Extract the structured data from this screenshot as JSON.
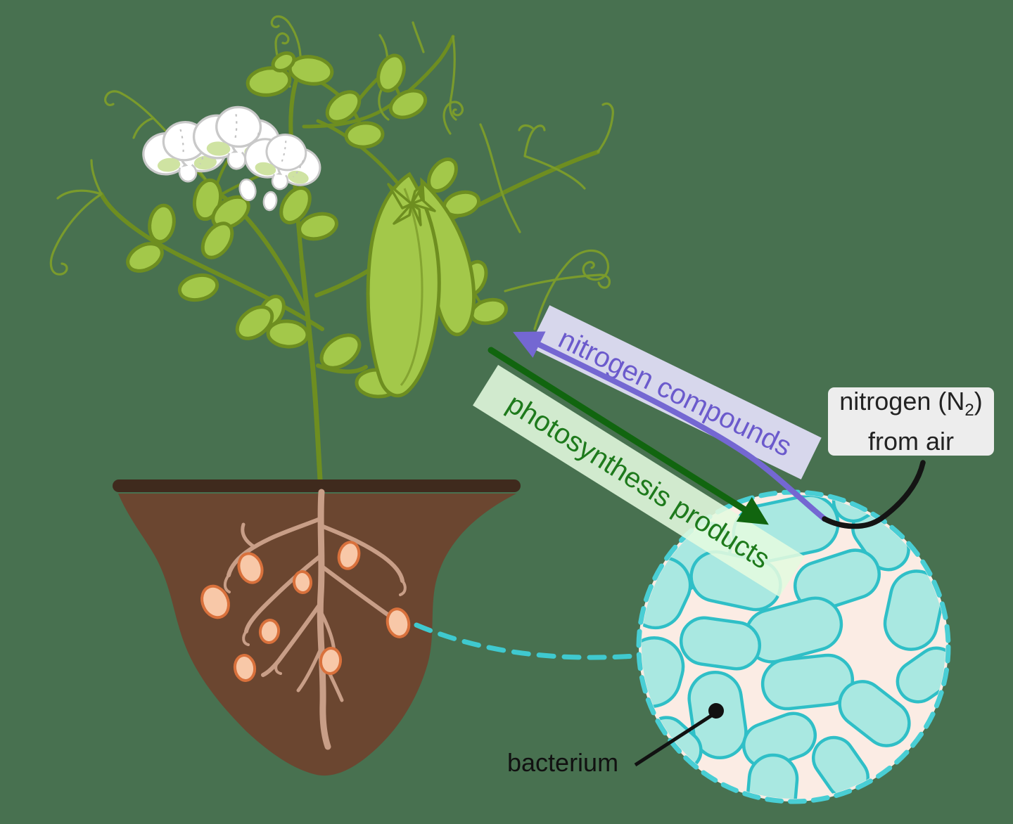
{
  "diagram": {
    "subject": "nitrogen fixation in a pea plant with root-nodule bacteria",
    "background_color": "#487150",
    "labels": {
      "nitrogen_compounds": {
        "text": "nitrogen compounds",
        "text_color": "#6b5acc",
        "bg_color": "#dfdcf4"
      },
      "photosynthesis_products": {
        "text": "photosynthesis products",
        "text_color": "#1e7a1c",
        "bg_color": "#e4fbdf"
      },
      "nitrogen_from_air": {
        "line1_pre": "nitrogen (N",
        "line1_sub": "2",
        "line1_post": ")",
        "line2": "from air",
        "text_color": "#222222",
        "bg_color": "#ededed"
      },
      "bacterium": {
        "text": "bacterium",
        "text_color": "#111111"
      }
    },
    "arrows": {
      "nitrogen_compounds_arrow_color": "#7467d2",
      "photosynthesis_arrow_color": "#11650f",
      "nitrogen_air_arrow_color": "#141414",
      "nodule_zoom_link_color": "#3fc9cf"
    },
    "illustration": {
      "plant_green": "#a3c84a",
      "stem_olive": "#6e8e20",
      "tendril_olive": "#7a9b2c",
      "flower_white": "#ffffff",
      "flower_outline": "#c9c9c9",
      "flower_blush": "#cfe3a2",
      "soil_brown": "#6b4630",
      "soil_rim_brown": "#3f2a1d",
      "root_tan": "#c89e87",
      "nodule_fill": "#f8c8a8",
      "nodule_stroke": "#d9713c",
      "zoom_circle_fill": "#fbece4",
      "zoom_circle_border": "#49ced4",
      "bacteria_fill": "#a9e8e1",
      "bacteria_stroke": "#2fbfc7"
    }
  }
}
